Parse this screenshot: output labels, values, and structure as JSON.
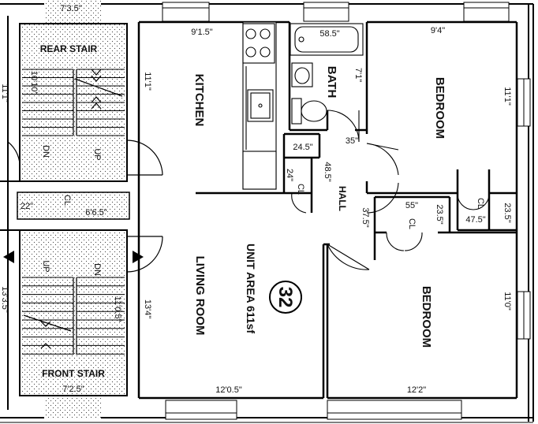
{
  "unit": {
    "number": "32",
    "area_text": "UNIT AREA 611sf"
  },
  "rooms": {
    "kitchen": "KITCHEN",
    "bath": "BATH",
    "bedroom_top": "BEDROOM",
    "bedroom_bottom": "BEDROOM",
    "living_room": "LIVING ROOM",
    "hall": "HALL",
    "rear_stair": "REAR STAIR",
    "front_stair": "FRONT STAIR"
  },
  "closets": {
    "cl_hall": "CL",
    "cl_bedroom_top": "CL",
    "cl_bedroom_bottom": "CL",
    "cl_stair": "CL"
  },
  "stairs": {
    "up": "UP",
    "dn": "DN"
  },
  "dimensions": {
    "rear_stair_width": "7'3.5\"",
    "rear_stair_length": "10'10\"",
    "front_stair_width": "7'2.5\"",
    "front_stair_length": "11'0.5\"",
    "stair_closet_width": "6'6.5\"",
    "stair_closet_depth": "22\"",
    "kitchen_width": "9'1.5\"",
    "kitchen_depth": "11'1\"",
    "bath_tub": "58.5\"",
    "bath_depth": "7'1\"",
    "bedroom_top_width": "9'4\"",
    "bedroom_top_depth": "11'1\"",
    "hall_closet_w": "24.5\"",
    "hall_closet_d": "24\"",
    "hall_width_a": "48.5\"",
    "hall_door": "35\"",
    "hall_width_b": "37.5\"",
    "cl_bottom_w": "55\"",
    "cl_bottom_d": "23.5\"",
    "cl_top_w": "47.5\"",
    "cl_top_d": "23.5\"",
    "living_depth": "13'4\"",
    "living_width": "12'0.5\"",
    "bedroom_bottom_depth": "11'0\"",
    "bedroom_bottom_width": "12'2\"",
    "left_edge_top": "11'1\"",
    "left_edge_bottom": "13'3.5\""
  }
}
